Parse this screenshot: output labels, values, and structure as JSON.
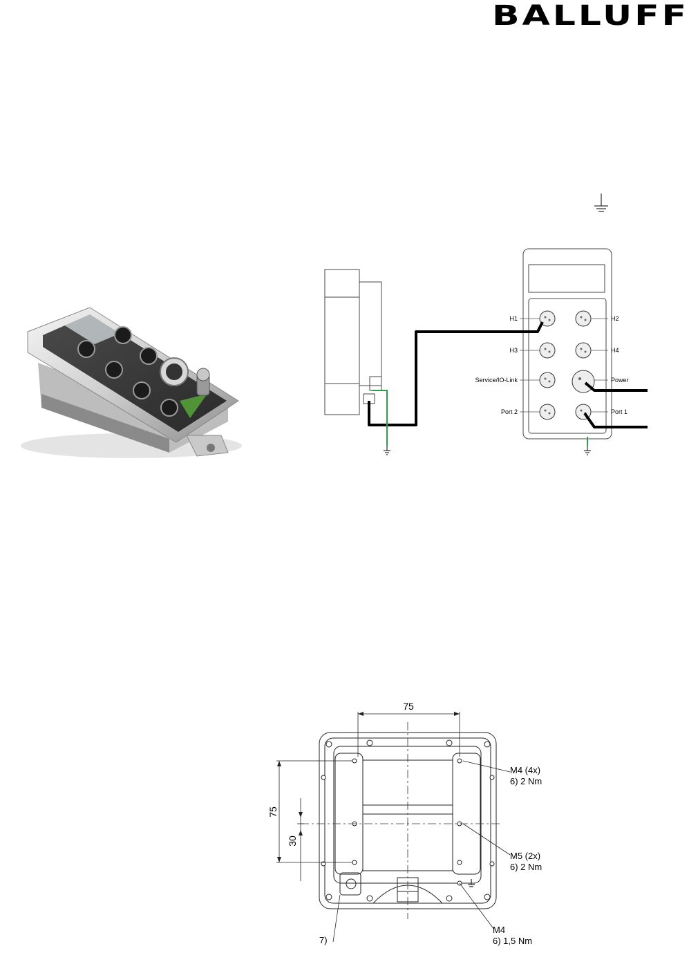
{
  "brand": {
    "logo_text": "BALLUFF"
  },
  "wiring_diagram": {
    "ports": {
      "h1": "H1",
      "h2": "H2",
      "h3": "H3",
      "h4": "H4",
      "service": "Service/IO-Link",
      "power": "Power",
      "port2": "Port 2",
      "port1": "Port 1"
    }
  },
  "dimension_drawing": {
    "dim_width": "75",
    "dim_height": "75",
    "dim_center": "30",
    "callout_m4_4x_a": "M4 (4x)",
    "callout_m4_4x_b": "6)  2 Nm",
    "callout_m5_a": "M5 (2x)",
    "callout_m5_b": "6)  2 Nm",
    "callout_7": "7)",
    "callout_m4_a": "M4",
    "callout_m4_b": "6)  1,5 Nm"
  },
  "colors": {
    "ground_wire": "#2e9e4a",
    "cable": "#000000",
    "accent_green": "#5fbf3a"
  }
}
